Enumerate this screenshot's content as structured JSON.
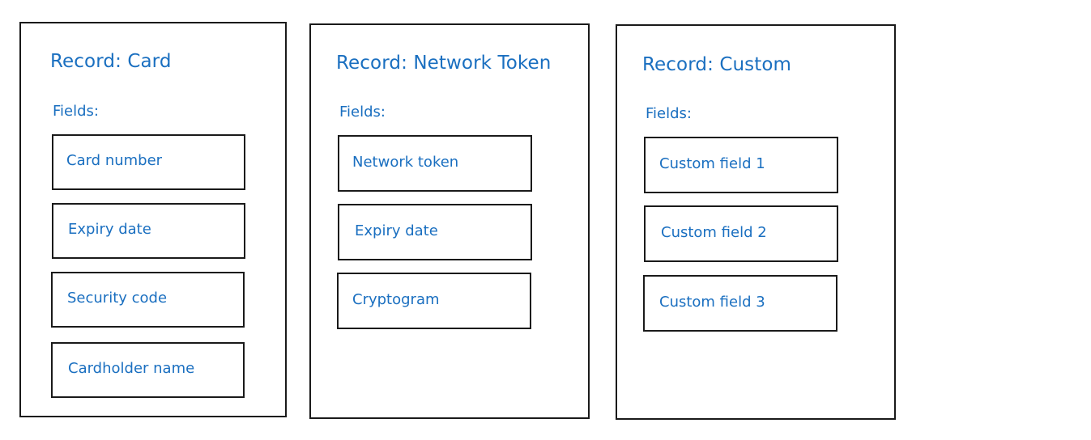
{
  "colors": {
    "text": "#1a6fc0",
    "border": "#1a1a1a",
    "background": "#ffffff"
  },
  "records": [
    {
      "title": "Record: Card",
      "fields_label": "Fields:",
      "fields": [
        "Card number",
        "Expiry date",
        "Security code",
        "Cardholder name"
      ]
    },
    {
      "title": "Record: Network Token",
      "fields_label": "Fields:",
      "fields": [
        "Network token",
        "Expiry date",
        "Cryptogram"
      ]
    },
    {
      "title": "Record: Custom",
      "fields_label": "Fields:",
      "fields": [
        "Custom field 1",
        "Custom field 2",
        "Custom field 3"
      ]
    }
  ]
}
